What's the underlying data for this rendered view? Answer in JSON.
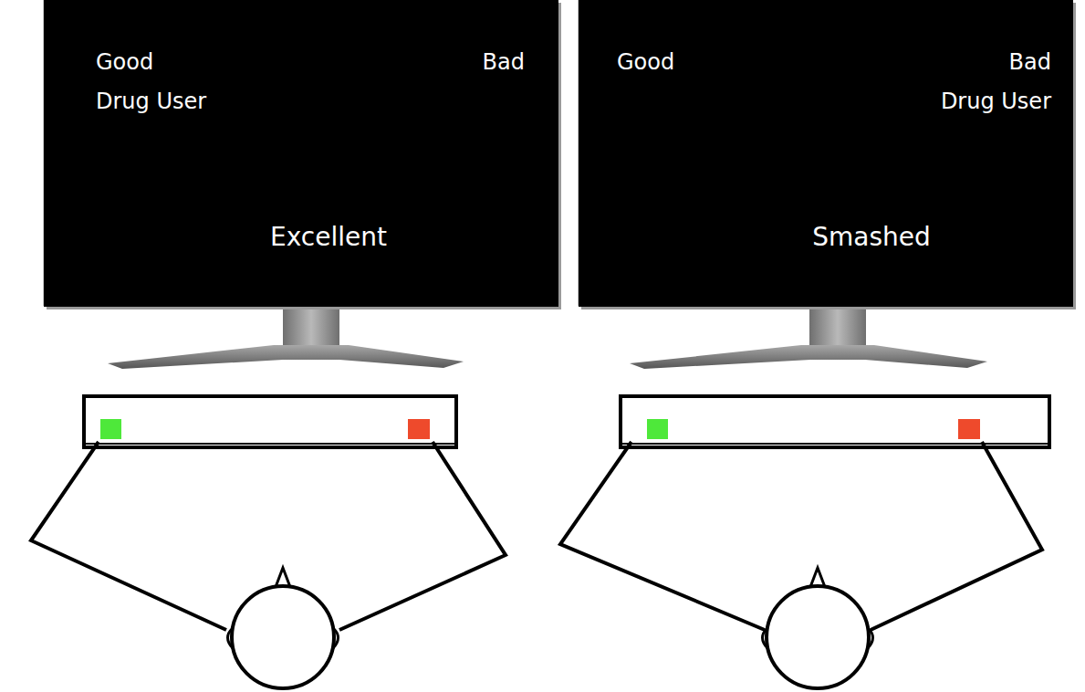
{
  "diagram": {
    "nodes": [
      {
        "text": [
          "Good",
          "Bad",
          "Drug User",
          "Excellent"
        ]
      },
      {
        "text": [
          "Good",
          "Bad",
          "Drug User",
          "Smashed"
        ]
      }
    ]
  }
}
